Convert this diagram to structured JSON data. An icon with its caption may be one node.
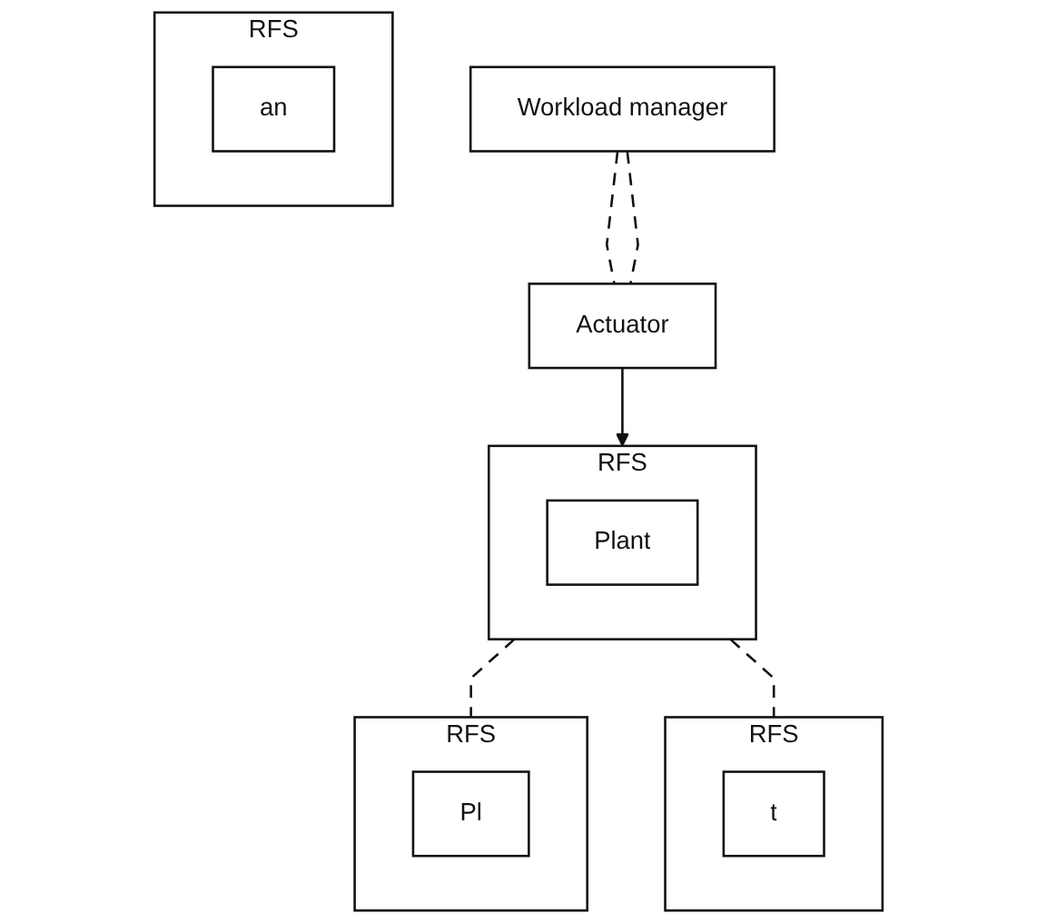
{
  "diagram": {
    "nodes": [
      {
        "text": [
          "Workload manager"
        ]
      },
      {
        "text": [
          "Actuator"
        ]
      },
      {
        "text": [
          "RFS"
        ]
      },
      {
        "text": [
          "Plant"
        ],
        "in": 2
      },
      {
        "text": [
          "RFS"
        ]
      },
      {
        "text": [
          "Pl"
        ],
        "in": 4
      },
      {
        "text": [
          "RFS"
        ]
      },
      {
        "text": [
          "an"
        ],
        "in": 6
      },
      {
        "text": [
          "RFS"
        ]
      },
      {
        "text": [
          "t"
        ],
        "in": 8
      }
    ],
    "edges": [
      {
        "from": 0,
        "to": 1,
        "arrow": "none",
        "style": "dashed"
      },
      {
        "from": 0,
        "to": 1,
        "arrow": "none",
        "style": "dashed"
      },
      {
        "from": 1,
        "to": 2,
        "arrow": "to"
      },
      {
        "from": 2,
        "to": 4,
        "arrow": "none",
        "style": "dashed"
      },
      {
        "from": 2,
        "to": 8,
        "arrow": "none",
        "style": "dashed"
      }
    ]
  }
}
